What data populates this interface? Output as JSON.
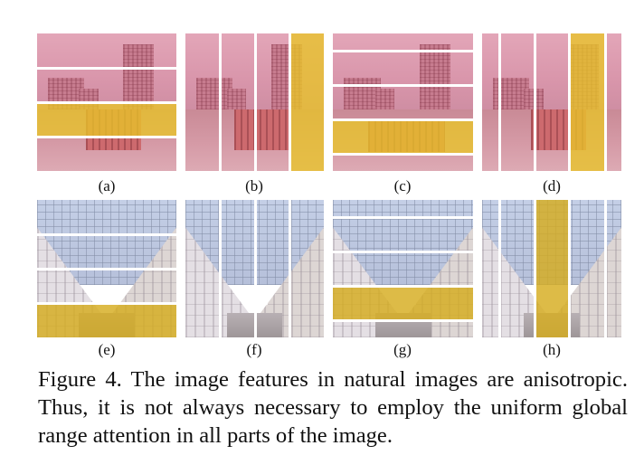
{
  "figure": {
    "number": "Figure 4.",
    "caption_lines": [
      "Figure 4.  The image features in natural images are anisotropic.",
      "Thus, it is not always necessary to employ the uniform global",
      "range attention in all parts of the image."
    ],
    "caption": "Figure 4. The image features in natural images are anisotropic. Thus, it is not always necessary to employ the uniform global range attention in all parts of the image."
  },
  "panels": [
    {
      "id": "a",
      "label": "(a)",
      "scene": "city",
      "split": "horizontal",
      "stripes": 4,
      "highlighted_stripe": 3,
      "highlight_color": "#e8c428"
    },
    {
      "id": "b",
      "label": "(b)",
      "scene": "city",
      "split": "vertical",
      "stripes": 4,
      "highlighted_stripe": 4,
      "highlight_color": "#e8c428"
    },
    {
      "id": "c",
      "label": "(c)",
      "scene": "city",
      "split": "horizontal",
      "stripes": 5,
      "highlighted_stripe": 4,
      "highlight_color": "#e8c428",
      "note": "shifted stripes"
    },
    {
      "id": "d",
      "label": "(d)",
      "scene": "city",
      "split": "vertical",
      "stripes": 5,
      "highlighted_stripe": 4,
      "highlight_color": "#e8c428",
      "note": "shifted stripes"
    },
    {
      "id": "e",
      "label": "(e)",
      "scene": "arcade",
      "split": "horizontal",
      "stripes": 4,
      "highlighted_stripe": 4,
      "highlight_color": "#d6ac1e"
    },
    {
      "id": "f",
      "label": "(f)",
      "scene": "arcade",
      "split": "vertical",
      "stripes": 4,
      "highlighted_stripe": null,
      "highlight_color": null
    },
    {
      "id": "g",
      "label": "(g)",
      "scene": "arcade",
      "split": "horizontal",
      "stripes": 5,
      "highlighted_stripe": 4,
      "highlight_color": "#d6ac1e",
      "note": "shifted stripes"
    },
    {
      "id": "h",
      "label": "(h)",
      "scene": "arcade",
      "split": "vertical",
      "stripes": 5,
      "highlighted_stripe": 3,
      "highlight_color": "#d6ac1e",
      "note": "shifted stripes"
    }
  ],
  "colors": {
    "city_tint": "#d98aa0",
    "city_highlight": "#e0bd3a",
    "arcade_sky": "#b8c4dc",
    "arcade_wall": "#d9d6dc",
    "arcade_highlight": "#d4b030",
    "separator": "#ffffff"
  }
}
